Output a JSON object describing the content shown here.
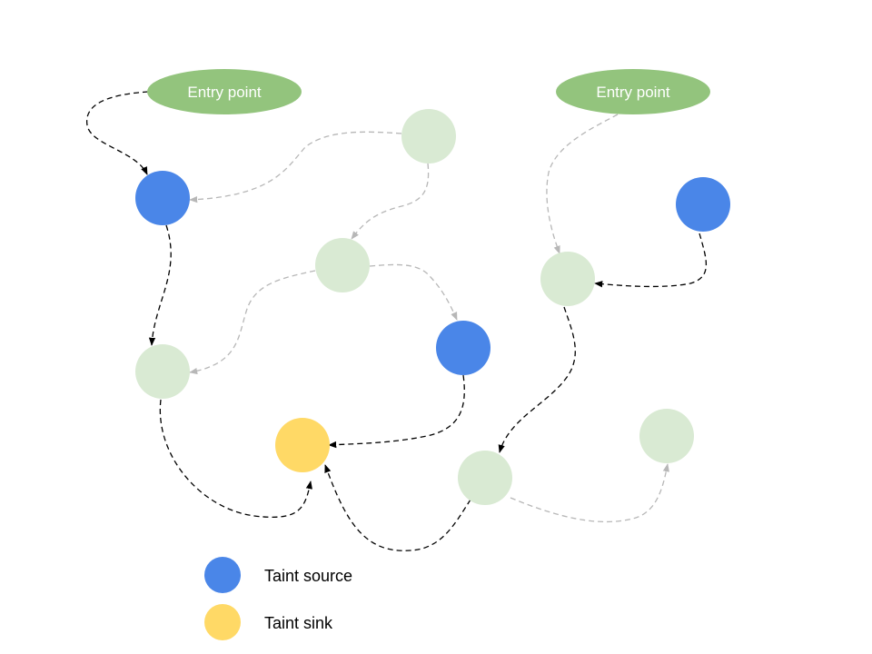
{
  "entry_points": [
    {
      "label": "Entry point"
    },
    {
      "label": "Entry point"
    }
  ],
  "legend": [
    {
      "label": "Taint source",
      "color": "#4a86e8"
    },
    {
      "label": "Taint sink",
      "color": "#ffd966"
    }
  ],
  "colors": {
    "entry": "#93c47d",
    "source": "#4a86e8",
    "sink": "#ffd966",
    "plain": "#d9ead3",
    "tainted_edge": "#000000",
    "plain_edge": "#b7b7b7"
  }
}
